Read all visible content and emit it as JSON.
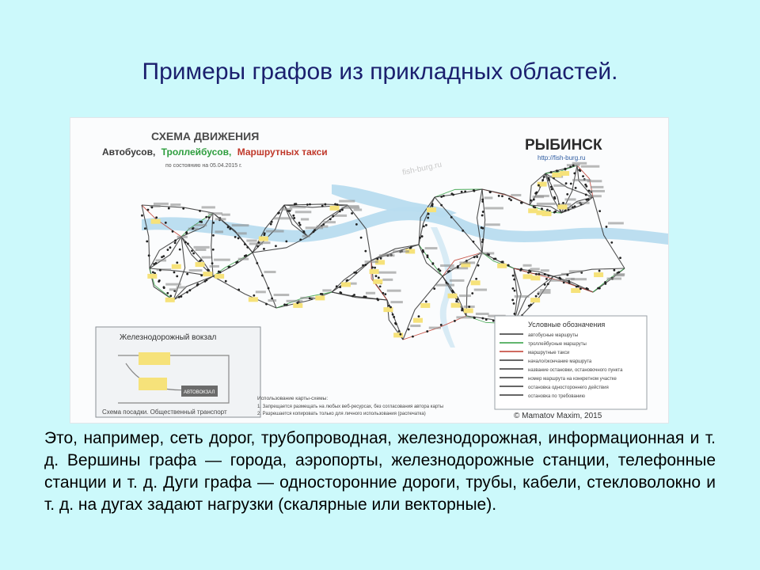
{
  "slide": {
    "title": "Примеры графов из прикладных областей."
  },
  "map": {
    "header_line1": "СХЕМА ДВИЖЕНИЯ",
    "header_buses": "Автобусов,",
    "header_trolleys": "Троллейбусов,",
    "header_taxis": "Маршрутных такси",
    "date_note": "по состоянию на 05.04.2015 г.",
    "city": "РЫБИНСК",
    "site": "http://fish-burg.ru",
    "watermark": "fish-burg.ru",
    "inset_title": "Железнодорожный вокзал",
    "inset_caption": "Схема посадки. Общественный транспорт",
    "inset_station_label": "АВТОВОКЗАЛ",
    "legend_title": "Условные обозначения",
    "legend_items": [
      "автобусные маршруты",
      "троллейбусные маршруты",
      "маршрутные такси",
      "начало/окончание маршрута",
      "название остановки, остановочного пункта",
      "номер маршрута на конкретном участке",
      "остановка одностороннего действия",
      "остановка по требованию"
    ],
    "usage_title": "Использование карты-схемы:",
    "usage_line1": "1. Запрещается размещать на любых веб-ресурсах, без согласования автора карты",
    "usage_line2": "2. Разрешается копировать только для личного использования (распечатка)",
    "copyright": "© Mamatov Maxim, 2015",
    "colors": {
      "river": "#b8dcef",
      "bus": "#333333",
      "trolley": "#2e9e3e",
      "taxi": "#c0392b",
      "stop_label": "#f6e27a"
    }
  },
  "description": "Это, например, сеть дорог, трубопроводная, железнодорожная, информационная и т. д. Вершины графа — города, аэропорты, железнодорожные станции, телефонные станции и т. д. Дуги графа — односторонние дороги, трубы, кабели, стекловолокно и т. д. на дугах задают нагрузки (скалярные или векторные)."
}
